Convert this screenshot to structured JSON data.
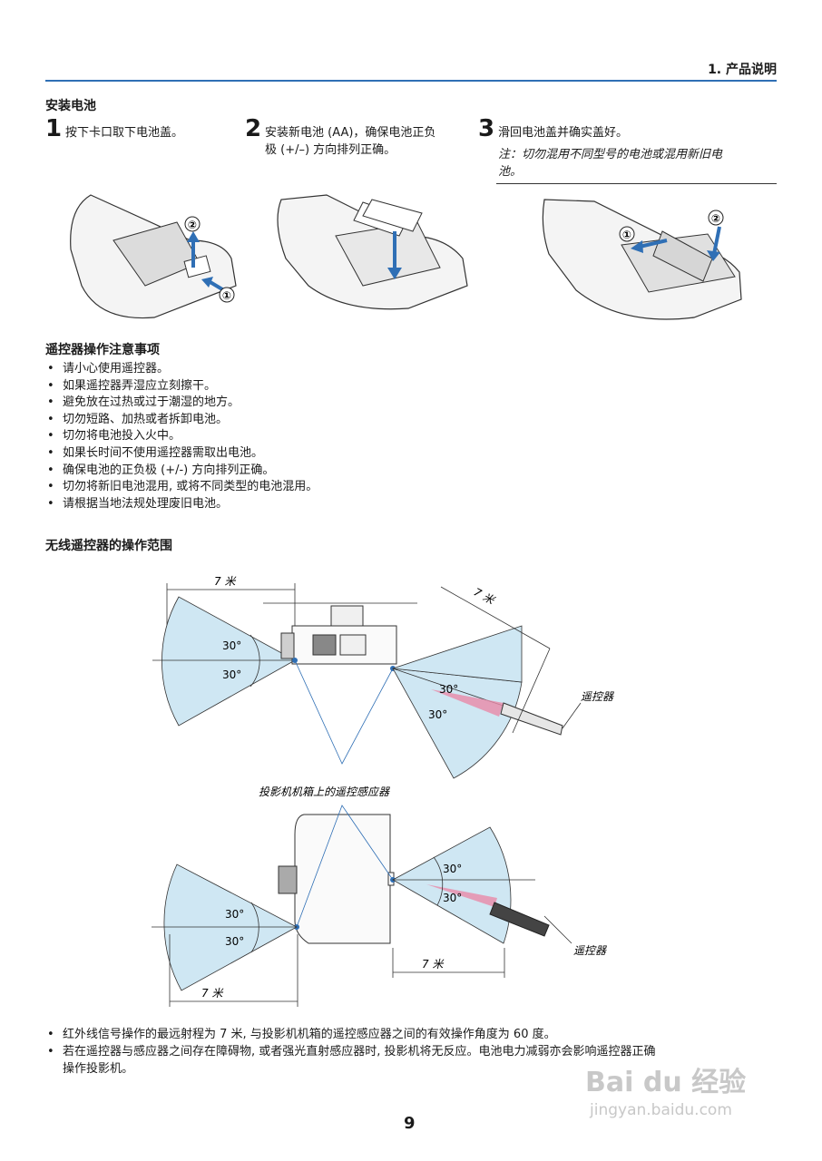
{
  "header": {
    "chapter": "1. 产品说明"
  },
  "battery": {
    "title": "安装电池",
    "steps": [
      {
        "num": "1",
        "text": "按下卡口取下电池盖。"
      },
      {
        "num": "2",
        "text_line1": "安装新电池 (AA)，确保电池正负",
        "text_line2": "极 (+/–) 方向排列正确。"
      },
      {
        "num": "3",
        "text": "滑回电池盖并确实盖好。",
        "note_line1": "注：切勿混用不同型号的电池或混用新旧电",
        "note_line2": "池。"
      }
    ],
    "callouts": {
      "one": "①",
      "two": "②"
    }
  },
  "precautions": {
    "title": "遥控器操作注意事项",
    "items": [
      "请小心使用遥控器。",
      "如果遥控器弄湿应立刻擦干。",
      "避免放在过热或过于潮湿的地方。",
      "切勿短路、加热或者拆卸电池。",
      "切勿将电池投入火中。",
      "如果长时间不使用遥控器需取出电池。",
      "确保电池的正负极 (+/-) 方向排列正确。",
      "切勿将新旧电池混用, 或将不同类型的电池混用。",
      "请根据当地法规处理废旧电池。"
    ]
  },
  "range": {
    "title": "无线遥控器的操作范围",
    "distance": "7 米",
    "angle": "30°",
    "remote_label": "遥控器",
    "sensor_caption": "投影机机箱上的遥控感应器"
  },
  "footer_notes": {
    "items": [
      "红外线信号操作的最远射程为 7 米, 与投影机机箱的遥控感应器之间的有效操作角度为 60 度。",
      "若在遥控器与感应器之间存在障碍物, 或者强光直射感应器时, 投影机将无反应。电池电力减弱亦会影响遥控器正确",
      "操作投影机。"
    ]
  },
  "page_number": "9",
  "watermark": {
    "brand": "Bai du 经验",
    "url": "jingyan.baidu.com"
  },
  "colors": {
    "accent": "#2f6fb5",
    "range_fill": "#cfe7f3",
    "beam": "#e88aa8"
  }
}
